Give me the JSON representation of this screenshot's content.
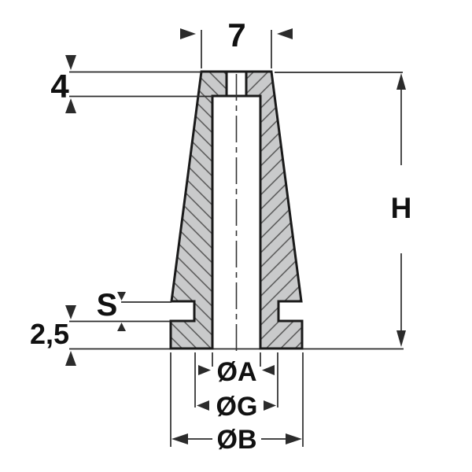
{
  "drawing": {
    "labels": {
      "top_width": "7",
      "top_recess_depth": "4",
      "overall_height": "H",
      "groove_width": "S",
      "base_thickness": "2,5",
      "bore_diameter": "ØA",
      "groove_diameter": "ØG",
      "base_diameter": "ØB"
    },
    "colors": {
      "background": "#ffffff",
      "section_fill": "#c9cacb",
      "hatch_line": "#4d4d4d",
      "outline": "#1a1a1a",
      "dimension_line": "#2b2b2b",
      "label_text": "#111111"
    }
  }
}
